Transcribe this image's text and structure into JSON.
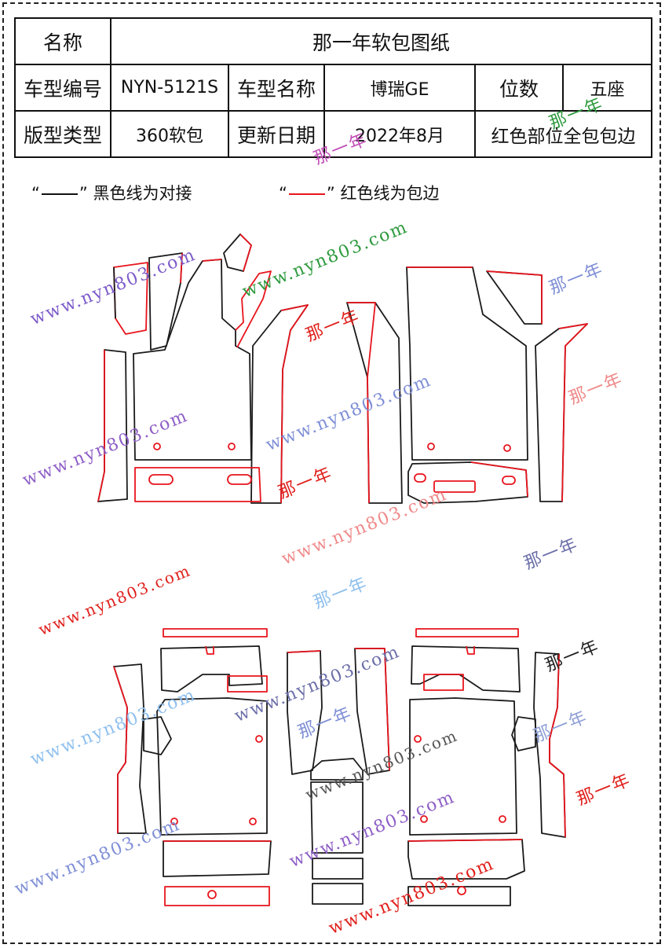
{
  "table": {
    "rows": [
      [
        {
          "text": "名称"
        },
        {
          "text": "那一年软包图纸",
          "span": 5
        }
      ],
      [
        {
          "text": "车型编号"
        },
        {
          "text": "NYN-5121S"
        },
        {
          "text": "车型名称"
        },
        {
          "text": "博瑞GE"
        },
        {
          "text": "位数"
        },
        {
          "text": "五座"
        }
      ],
      [
        {
          "text": "版型类型"
        },
        {
          "text": "360软包"
        },
        {
          "text": "更新日期"
        },
        {
          "text": "2022年8月"
        },
        {
          "text": "红色部位全包包边"
        }
      ]
    ]
  },
  "legend": {
    "black_quote_open": "“",
    "black_quote_close": "”",
    "black_text": "黑色线为对接",
    "red_quote_open": "“",
    "red_quote_close": "”",
    "red_text": "红色线为包边"
  },
  "watermarks": {
    "site": "www.nyn803.com",
    "brand": "那一年"
  },
  "colors": {
    "black_line": "#1a1a1a",
    "red_line": "#e8141c",
    "wm_purple": "#7c5bc9",
    "wm_blue": "#7f8fd6",
    "wm_green": "#2e9a3e",
    "wm_red": "#e0201c",
    "wm_pink": "#f08a8a",
    "wm_lightblue": "#8fc0ee"
  }
}
